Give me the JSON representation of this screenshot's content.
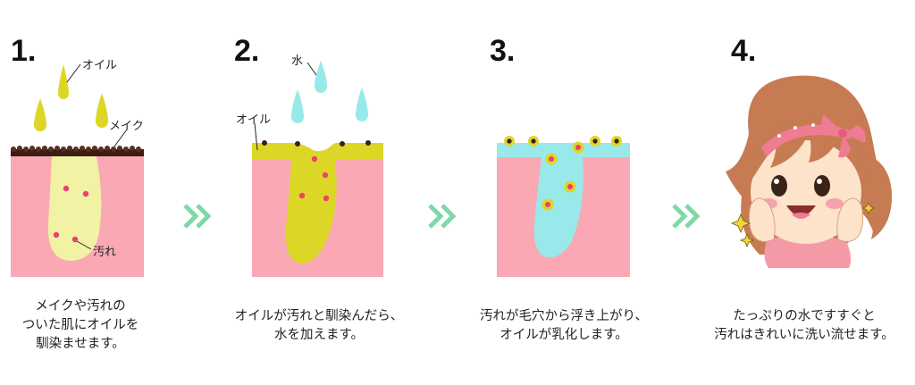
{
  "steps": [
    {
      "number": "1.",
      "caption": [
        "メイクや汚れの",
        "ついた肌にオイルを",
        "馴染ませます。"
      ]
    },
    {
      "number": "2.",
      "caption": [
        "オイルが汚れと馴染んだら、",
        "水を加えます。"
      ]
    },
    {
      "number": "3.",
      "caption": [
        "汚れが毛穴から浮き上がり、",
        "オイルが乳化します。"
      ]
    },
    {
      "number": "4.",
      "caption": [
        "たっぷりの水ですすぐと",
        "汚れはきれいに洗い流せます。"
      ]
    }
  ],
  "labels": {
    "oil": "オイル",
    "makeup": "メイク",
    "dirt": "汚れ",
    "water": "水",
    "oil2": "オイル"
  },
  "colors": {
    "skin": "#f9a8b4",
    "oil": "#dcd727",
    "oil_light": "#f1f2a4",
    "water": "#99e9ea",
    "dirt": "#ee3f6d",
    "arrow": "#7fd9a6"
  }
}
